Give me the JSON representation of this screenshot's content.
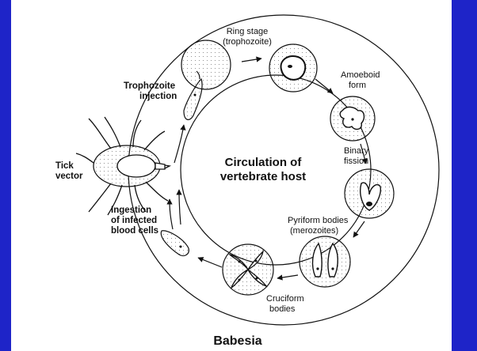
{
  "labels": {
    "ring_stage_1": "Ring stage",
    "ring_stage_2": "(trophozoite)",
    "amoeboid_1": "Amoeboid",
    "amoeboid_2": "form",
    "binary_1": "Binary",
    "binary_2": "fission",
    "pyriform_1": "Pyriform bodies",
    "pyriform_2": "(merozoites)",
    "cruciform_1": "Cruciform",
    "cruciform_2": "bodies",
    "troph_inj_1": "Trophozoite",
    "troph_inj_2": "injection",
    "tick_1": "Tick",
    "tick_2": "vector",
    "ingestion_1": "Ingestion",
    "ingestion_2": "of infected",
    "ingestion_3": "blood cells",
    "center_1": "Circulation of",
    "center_2": "vertebrate host",
    "title": "Babesia"
  },
  "colors": {
    "background": "#1e24c8",
    "panel": "#ffffff",
    "ink": "#111111"
  }
}
